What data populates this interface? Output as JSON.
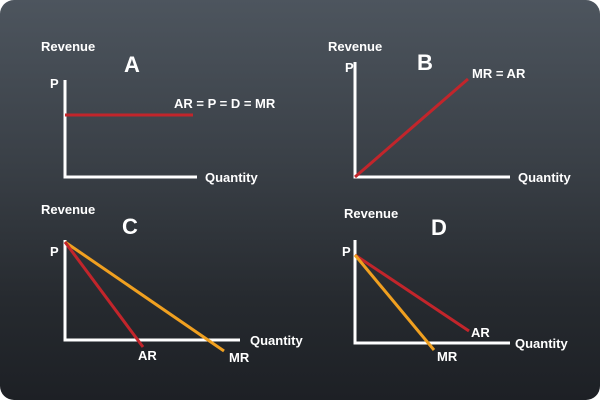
{
  "colors": {
    "axis": "#ffffff",
    "red_line": "#c2252b",
    "orange_line": "#f0a020",
    "text": "#ffffff"
  },
  "panels": [
    {
      "letter": "A",
      "y_axis_title": "Revenue",
      "y_axis_label": "P",
      "x_axis_title": "Quantity",
      "lines": [
        {
          "label": "AR = P = D = MR",
          "color": "red"
        }
      ]
    },
    {
      "letter": "B",
      "y_axis_title": "Revenue",
      "y_axis_label": "P",
      "x_axis_title": "Quantity",
      "lines": [
        {
          "label": "MR = AR",
          "color": "red"
        }
      ]
    },
    {
      "letter": "C",
      "y_axis_title": "Revenue",
      "y_axis_label": "P",
      "x_axis_title": "Quantity",
      "lines": [
        {
          "label": "AR",
          "color": "red"
        },
        {
          "label": "MR",
          "color": "orange"
        }
      ]
    },
    {
      "letter": "D",
      "y_axis_title": "Revenue",
      "y_axis_label": "P",
      "x_axis_title": "Quantity",
      "lines": [
        {
          "label": "AR",
          "color": "red"
        },
        {
          "label": "MR",
          "color": "orange"
        }
      ]
    }
  ]
}
